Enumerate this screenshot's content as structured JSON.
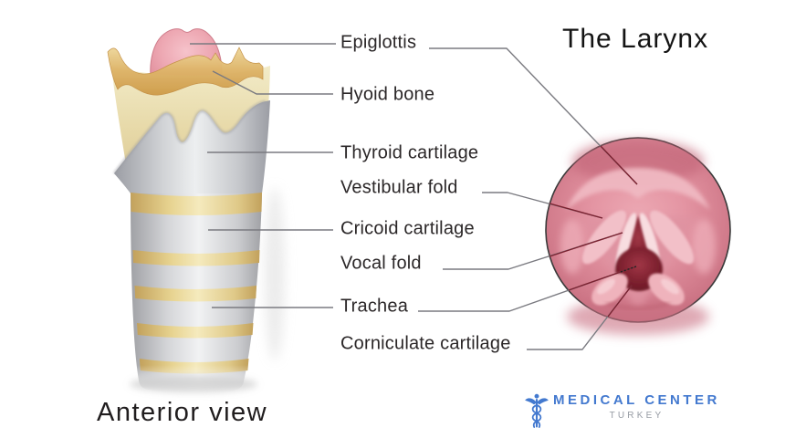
{
  "title": "The Larynx",
  "anterior": {
    "caption": "Anterior view"
  },
  "labels": [
    {
      "id": "epiglottis",
      "text": "Epiglottis"
    },
    {
      "id": "hyoid-bone",
      "text": "Hyoid bone"
    },
    {
      "id": "thyroid-cartilage",
      "text": "Thyroid cartilage"
    },
    {
      "id": "vestibular-fold",
      "text": "Vestibular fold"
    },
    {
      "id": "cricoid-cartilage",
      "text": "Cricoid cartilage"
    },
    {
      "id": "vocal-fold",
      "text": "Vocal fold"
    },
    {
      "id": "trachea",
      "text": "Trachea"
    },
    {
      "id": "corniculate-cartilage",
      "text": "Corniculate cartilage"
    }
  ],
  "logo": {
    "title": "MEDICAL CENTER",
    "subtitle": "TURKEY",
    "icon": "caduceus-icon"
  },
  "colors": {
    "label_text": "#2b2728",
    "title_text": "#141414",
    "leader_line": "#7a7a80",
    "leader_line_inner": "#7c2130",
    "logo_blue": "#4379cf",
    "logo_gray": "#969ba3",
    "endoscopic_rose": "#d27c8c",
    "opening_dark": "#7e212f",
    "cartilage_gray": "#cfd1d4",
    "hyoid_gold": "#dfb66b",
    "epiglottis_pink": "#eda7b2",
    "membrane_cream": "#e7d9a8"
  }
}
